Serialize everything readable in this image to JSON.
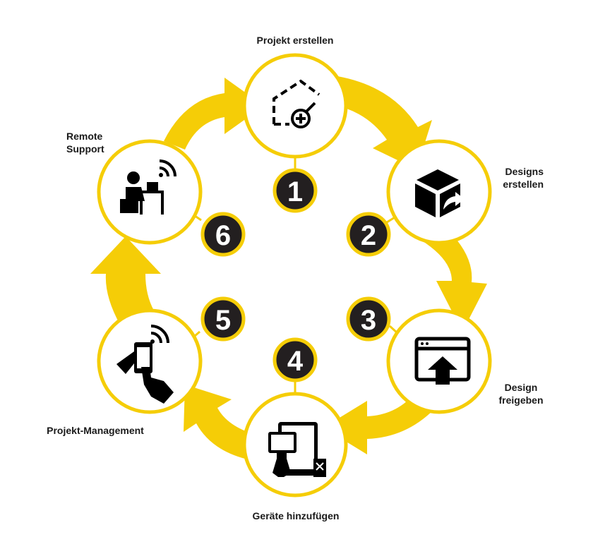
{
  "steps": [
    {
      "number": "1",
      "label_lines": [
        "Projekt erstellen"
      ],
      "icon": "house-plus-icon"
    },
    {
      "number": "2",
      "label_lines": [
        "Designs",
        "erstellen"
      ],
      "icon": "box-share-icon"
    },
    {
      "number": "3",
      "label_lines": [
        "Design",
        "freigeben"
      ],
      "icon": "browser-upload-icon"
    },
    {
      "number": "4",
      "label_lines": [
        "Geräte hinzufügen"
      ],
      "icon": "devices-icon"
    },
    {
      "number": "5",
      "label_lines": [
        "Projekt-Management"
      ],
      "icon": "hand-phone-wifi-icon"
    },
    {
      "number": "6",
      "label_lines": [
        "Remote",
        "Support"
      ],
      "icon": "person-desk-wifi-icon"
    }
  ],
  "colors": {
    "accent": "#f5cd07",
    "badge": "#231f20",
    "badge_text": "#ffffff",
    "icon": "#000000"
  }
}
